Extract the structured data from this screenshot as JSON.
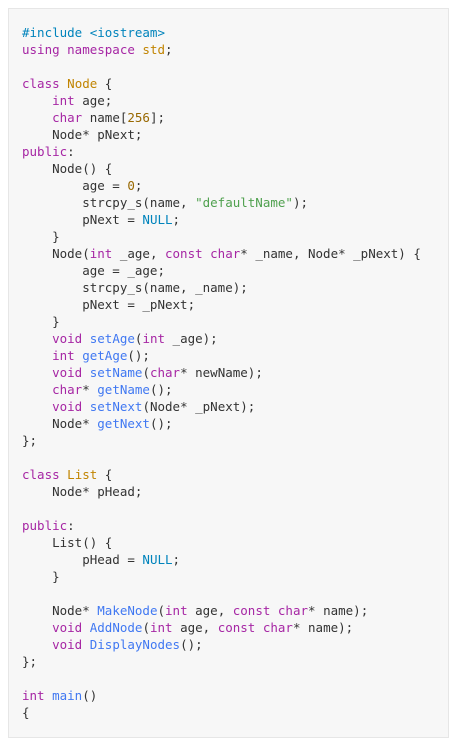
{
  "code_lines": [
    [
      {
        "t": "inc",
        "s": "#include <iostream>"
      }
    ],
    [
      {
        "t": "kw",
        "s": "using namespace"
      },
      {
        "t": "txt",
        "s": " "
      },
      {
        "t": "cls",
        "s": "std"
      },
      {
        "t": "txt",
        "s": ";"
      }
    ],
    [],
    [
      {
        "t": "kw",
        "s": "class"
      },
      {
        "t": "txt",
        "s": " "
      },
      {
        "t": "cls",
        "s": "Node"
      },
      {
        "t": "txt",
        "s": " {"
      }
    ],
    [
      {
        "t": "txt",
        "s": "    "
      },
      {
        "t": "kw",
        "s": "int"
      },
      {
        "t": "txt",
        "s": " age;"
      }
    ],
    [
      {
        "t": "txt",
        "s": "    "
      },
      {
        "t": "kw",
        "s": "char"
      },
      {
        "t": "txt",
        "s": " name["
      },
      {
        "t": "num",
        "s": "256"
      },
      {
        "t": "txt",
        "s": "];"
      }
    ],
    [
      {
        "t": "txt",
        "s": "    Node* pNext;"
      }
    ],
    [
      {
        "t": "kw",
        "s": "public"
      },
      {
        "t": "txt",
        "s": ":"
      }
    ],
    [
      {
        "t": "txt",
        "s": "    Node() {"
      }
    ],
    [
      {
        "t": "txt",
        "s": "        age = "
      },
      {
        "t": "num",
        "s": "0"
      },
      {
        "t": "txt",
        "s": ";"
      }
    ],
    [
      {
        "t": "txt",
        "s": "        strcpy_s(name, "
      },
      {
        "t": "str",
        "s": "\"defaultName\""
      },
      {
        "t": "txt",
        "s": ");"
      }
    ],
    [
      {
        "t": "txt",
        "s": "        pNext = "
      },
      {
        "t": "inc",
        "s": "NULL"
      },
      {
        "t": "txt",
        "s": ";"
      }
    ],
    [
      {
        "t": "txt",
        "s": "    }"
      }
    ],
    [
      {
        "t": "txt",
        "s": "    Node("
      },
      {
        "t": "kw",
        "s": "int"
      },
      {
        "t": "txt",
        "s": " _age, "
      },
      {
        "t": "kw",
        "s": "const char"
      },
      {
        "t": "txt",
        "s": "* _name, Node* _pNext) {"
      }
    ],
    [
      {
        "t": "txt",
        "s": "        age = _age;"
      }
    ],
    [
      {
        "t": "txt",
        "s": "        strcpy_s(name, _name);"
      }
    ],
    [
      {
        "t": "txt",
        "s": "        pNext = _pNext;"
      }
    ],
    [
      {
        "t": "txt",
        "s": "    }"
      }
    ],
    [
      {
        "t": "txt",
        "s": "    "
      },
      {
        "t": "kw",
        "s": "void"
      },
      {
        "t": "txt",
        "s": " "
      },
      {
        "t": "fn",
        "s": "setAge"
      },
      {
        "t": "txt",
        "s": "("
      },
      {
        "t": "kw",
        "s": "int"
      },
      {
        "t": "txt",
        "s": " _age);"
      }
    ],
    [
      {
        "t": "txt",
        "s": "    "
      },
      {
        "t": "kw",
        "s": "int"
      },
      {
        "t": "txt",
        "s": " "
      },
      {
        "t": "fn",
        "s": "getAge"
      },
      {
        "t": "txt",
        "s": "();"
      }
    ],
    [
      {
        "t": "txt",
        "s": "    "
      },
      {
        "t": "kw",
        "s": "void"
      },
      {
        "t": "txt",
        "s": " "
      },
      {
        "t": "fn",
        "s": "setName"
      },
      {
        "t": "txt",
        "s": "("
      },
      {
        "t": "kw",
        "s": "char"
      },
      {
        "t": "txt",
        "s": "* newName);"
      }
    ],
    [
      {
        "t": "txt",
        "s": "    "
      },
      {
        "t": "kw",
        "s": "char"
      },
      {
        "t": "txt",
        "s": "* "
      },
      {
        "t": "fn",
        "s": "getName"
      },
      {
        "t": "txt",
        "s": "();"
      }
    ],
    [
      {
        "t": "txt",
        "s": "    "
      },
      {
        "t": "kw",
        "s": "void"
      },
      {
        "t": "txt",
        "s": " "
      },
      {
        "t": "fn",
        "s": "setNext"
      },
      {
        "t": "txt",
        "s": "(Node* _pNext);"
      }
    ],
    [
      {
        "t": "txt",
        "s": "    Node* "
      },
      {
        "t": "fn",
        "s": "getNext"
      },
      {
        "t": "txt",
        "s": "();"
      }
    ],
    [
      {
        "t": "txt",
        "s": "};"
      }
    ],
    [],
    [
      {
        "t": "kw",
        "s": "class"
      },
      {
        "t": "txt",
        "s": " "
      },
      {
        "t": "cls",
        "s": "List"
      },
      {
        "t": "txt",
        "s": " {"
      }
    ],
    [
      {
        "t": "txt",
        "s": "    Node* pHead;"
      }
    ],
    [],
    [
      {
        "t": "kw",
        "s": "public"
      },
      {
        "t": "txt",
        "s": ":"
      }
    ],
    [
      {
        "t": "txt",
        "s": "    List() {"
      }
    ],
    [
      {
        "t": "txt",
        "s": "        pHead = "
      },
      {
        "t": "inc",
        "s": "NULL"
      },
      {
        "t": "txt",
        "s": ";"
      }
    ],
    [
      {
        "t": "txt",
        "s": "    }"
      }
    ],
    [],
    [
      {
        "t": "txt",
        "s": "    Node* "
      },
      {
        "t": "fn",
        "s": "MakeNode"
      },
      {
        "t": "txt",
        "s": "("
      },
      {
        "t": "kw",
        "s": "int"
      },
      {
        "t": "txt",
        "s": " age, "
      },
      {
        "t": "kw",
        "s": "const char"
      },
      {
        "t": "txt",
        "s": "* name);"
      }
    ],
    [
      {
        "t": "txt",
        "s": "    "
      },
      {
        "t": "kw",
        "s": "void"
      },
      {
        "t": "txt",
        "s": " "
      },
      {
        "t": "fn",
        "s": "AddNode"
      },
      {
        "t": "txt",
        "s": "("
      },
      {
        "t": "kw",
        "s": "int"
      },
      {
        "t": "txt",
        "s": " age, "
      },
      {
        "t": "kw",
        "s": "const char"
      },
      {
        "t": "txt",
        "s": "* name);"
      }
    ],
    [
      {
        "t": "txt",
        "s": "    "
      },
      {
        "t": "kw",
        "s": "void"
      },
      {
        "t": "txt",
        "s": " "
      },
      {
        "t": "fn",
        "s": "DisplayNodes"
      },
      {
        "t": "txt",
        "s": "();"
      }
    ],
    [
      {
        "t": "txt",
        "s": "};"
      }
    ],
    [],
    [
      {
        "t": "kw",
        "s": "int"
      },
      {
        "t": "txt",
        "s": " "
      },
      {
        "t": "fn",
        "s": "main"
      },
      {
        "t": "txt",
        "s": "()"
      }
    ],
    [
      {
        "t": "txt",
        "s": "{"
      }
    ]
  ]
}
